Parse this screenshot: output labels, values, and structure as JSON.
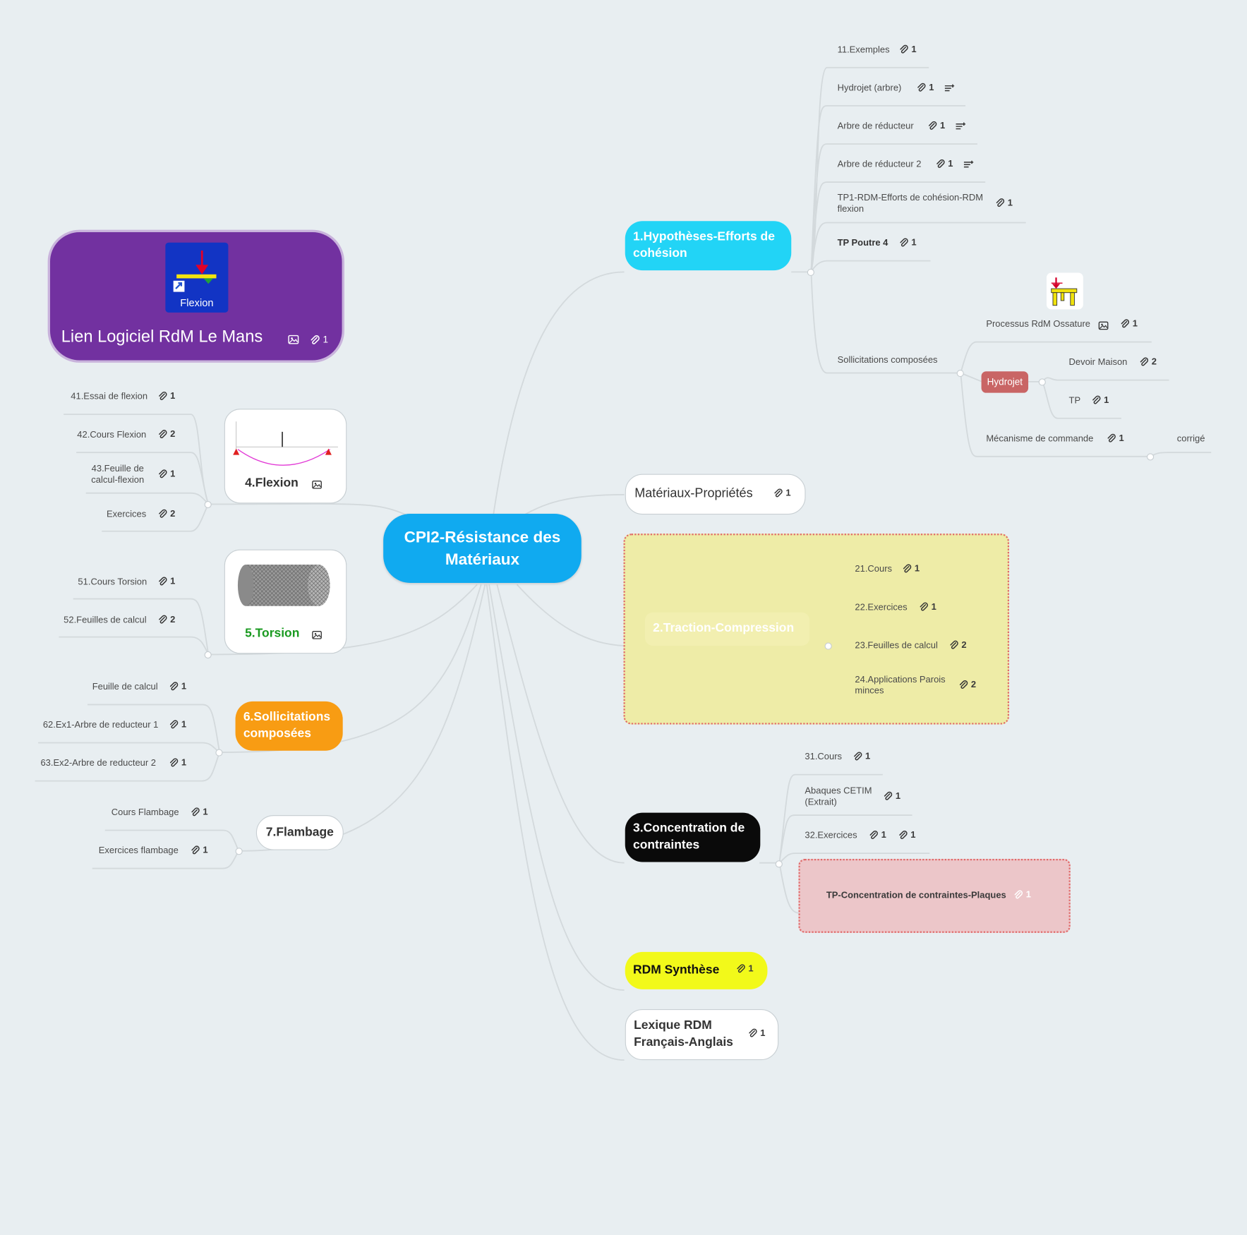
{
  "colors": {
    "background": "#e8eef1",
    "central": "#10aaf0",
    "topic1": "#22d4f6",
    "software_link": "#7231a0",
    "sollicitations": "#f89c13",
    "concentration": "#0a0a0a",
    "synthese": "#f2f91a",
    "traction_boundary": "#eeeca7",
    "traction_boundary_border": "#e06a6a",
    "tp_plaques_boundary": "#ecc6c9",
    "hydrojet_tag": "#c96565",
    "torsion_text": "#1a9a20"
  },
  "central": {
    "label": "CPI2-Résistance des Matériaux"
  },
  "software_link": {
    "label": "Lien Logiciel RdM Le Mans",
    "icon_caption": "Flexion",
    "count": "1"
  },
  "topic1": {
    "label": "1.Hypothèses-Efforts de cohésion",
    "children": [
      {
        "label": "11.Exemples",
        "count": "1"
      },
      {
        "label": "Hydrojet (arbre)",
        "count": "1"
      },
      {
        "label": "Arbre de réducteur",
        "count": "1"
      },
      {
        "label": "Arbre de réducteur 2",
        "count": "1"
      },
      {
        "label": "TP1-RDM-Efforts de cohésion-RDM flexion",
        "count": "1"
      },
      {
        "label": "TP Poutre 4",
        "count": "1"
      },
      {
        "label": "Sollicitations composées"
      }
    ],
    "sollicitations_children": {
      "processus": {
        "label": "Processus RdM Ossature",
        "count": "1"
      },
      "hydrojet": {
        "label": "Hydrojet"
      },
      "devoir": {
        "label": "Devoir Maison",
        "count": "2"
      },
      "tp": {
        "label": "TP",
        "count": "1"
      },
      "mecanisme": {
        "label": "Mécanisme de commande",
        "count": "1"
      },
      "corrige": {
        "label": "corrigé"
      }
    }
  },
  "materiaux": {
    "label": "Matériaux-Propriétés",
    "count": "1"
  },
  "traction": {
    "label": "2.Traction-Compression",
    "children": [
      {
        "label": "21.Cours",
        "count": "1"
      },
      {
        "label": "22.Exercices",
        "count": "1"
      },
      {
        "label": "23.Feuilles de calcul",
        "count": "2"
      },
      {
        "label": "24.Applications Parois minces",
        "count": "2"
      }
    ]
  },
  "concentration": {
    "label": "3.Concentration de contraintes",
    "children": [
      {
        "label": "31.Cours",
        "count": "1"
      },
      {
        "label": "Abaques CETIM (Extrait)",
        "count": "1"
      },
      {
        "label": "32.Exercices",
        "count": "1",
        "count2": "1"
      },
      {
        "label": "TP-Concentration de contraintes-Plaques",
        "count": "1"
      }
    ]
  },
  "synthese": {
    "label": "RDM Synthèse",
    "count": "1"
  },
  "lexique": {
    "label": "Lexique RDM Français-Anglais",
    "count": "1"
  },
  "flexion": {
    "label": "4.Flexion",
    "children": [
      {
        "label": "41.Essai de flexion",
        "count": "1"
      },
      {
        "label": "42.Cours Flexion",
        "count": "2"
      },
      {
        "label": "43.Feuille de calcul-flexion",
        "count": "1"
      },
      {
        "label": "Exercices",
        "count": "2"
      }
    ]
  },
  "torsion": {
    "label": "5.Torsion",
    "children": [
      {
        "label": "51.Cours Torsion",
        "count": "1"
      },
      {
        "label": "52.Feuilles de calcul",
        "count": "2"
      }
    ]
  },
  "sollicitations": {
    "label": "6.Sollicitations composées",
    "children": [
      {
        "label": "Feuille de calcul",
        "count": "1"
      },
      {
        "label": "62.Ex1-Arbre de reducteur 1",
        "count": "1"
      },
      {
        "label": "63.Ex2-Arbre de reducteur 2",
        "count": "1"
      }
    ]
  },
  "flambage": {
    "label": "7.Flambage",
    "children": [
      {
        "label": "Cours Flambage",
        "count": "1"
      },
      {
        "label": "Exercices flambage",
        "count": "1"
      }
    ]
  }
}
